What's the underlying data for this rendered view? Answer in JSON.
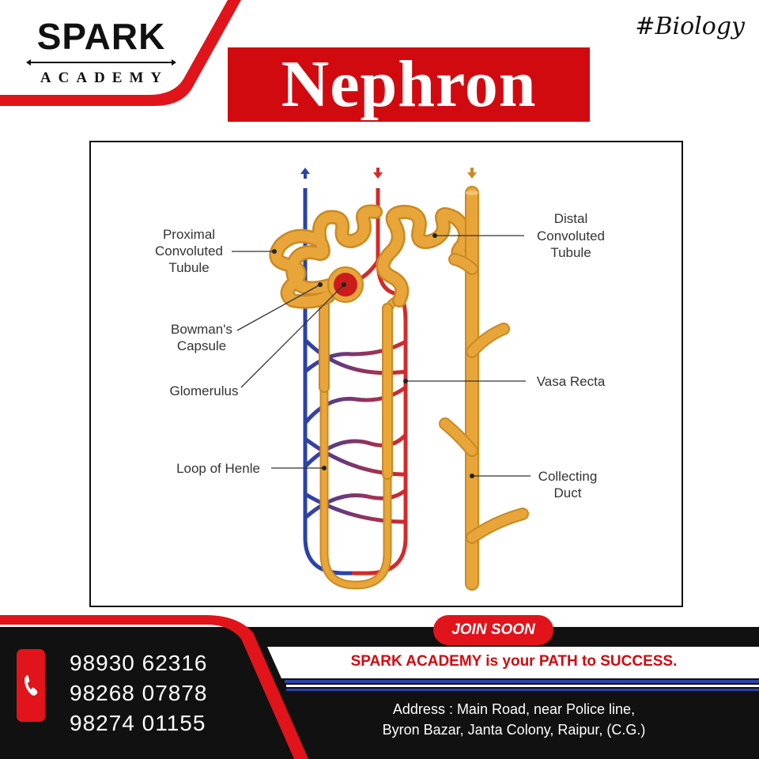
{
  "brand": {
    "name": "SPARK",
    "sub": "ACADEMY"
  },
  "hashtag": "#Biology",
  "title": "Nephron",
  "diagram": {
    "labels": {
      "pct_line1": "Proximal",
      "pct_line2": "Convoluted",
      "pct_line3": "Tubule",
      "bowman_line1": "Bowman's",
      "bowman_line2": "Capsule",
      "glomerulus": "Glomerulus",
      "loop": "Loop of Henle",
      "dct_line1": "Distal",
      "dct_line2": "Convoluted",
      "dct_line3": "Tubule",
      "vasa": "Vasa Recta",
      "cd_line1": "Collecting",
      "cd_line2": "Duct"
    },
    "colors": {
      "tubule": "#e8a53a",
      "tubule_edge": "#c98a22",
      "artery": "#d42a2a",
      "vein": "#2a43a8",
      "glomerulus": "#cc1b1b"
    }
  },
  "footer": {
    "join": "JOIN SOON",
    "tagline": "SPARK ACADEMY is your PATH to SUCCESS.",
    "phones": [
      "98930 62316",
      "98268 07878",
      "98274  01155"
    ],
    "address_line1": "Address : Main Road, near Police line,",
    "address_line2": "Byron Bazar, Janta Colony, Raipur, (C.G.)",
    "phone_icon": "phone-icon"
  },
  "theme": {
    "red": "#d10a10",
    "black": "#111111"
  }
}
